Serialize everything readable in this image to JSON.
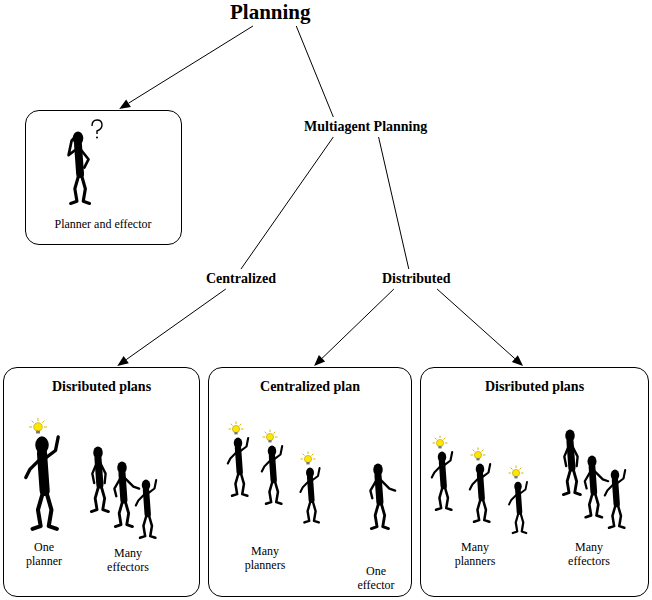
{
  "diagram": {
    "nodes": [
      {
        "text": [
          "Planning"
        ]
      },
      {
        "text": [
          "Planner and effector"
        ]
      },
      {
        "text": [
          "Multiagent Planning"
        ]
      },
      {
        "text": [
          "Centralized"
        ]
      },
      {
        "text": [
          "Distributed"
        ]
      },
      {
        "text": [
          "Disributed plans",
          "One planner",
          "Many effectors"
        ]
      },
      {
        "text": [
          "Centralized plan",
          "Many planners",
          "One effector"
        ]
      },
      {
        "text": [
          "Disributed plans",
          "Many planners",
          "Many effectors"
        ]
      }
    ],
    "edges": [
      {
        "from": 0,
        "to": 1,
        "arrow": "to"
      },
      {
        "from": 0,
        "to": 2,
        "arrow": "none"
      },
      {
        "from": 2,
        "to": 3,
        "arrow": "none"
      },
      {
        "from": 2,
        "to": 4,
        "arrow": "none"
      },
      {
        "from": 3,
        "to": 5,
        "arrow": "to"
      },
      {
        "from": 4,
        "to": 6,
        "arrow": "to"
      },
      {
        "from": 4,
        "to": 7,
        "arrow": "to"
      }
    ]
  }
}
